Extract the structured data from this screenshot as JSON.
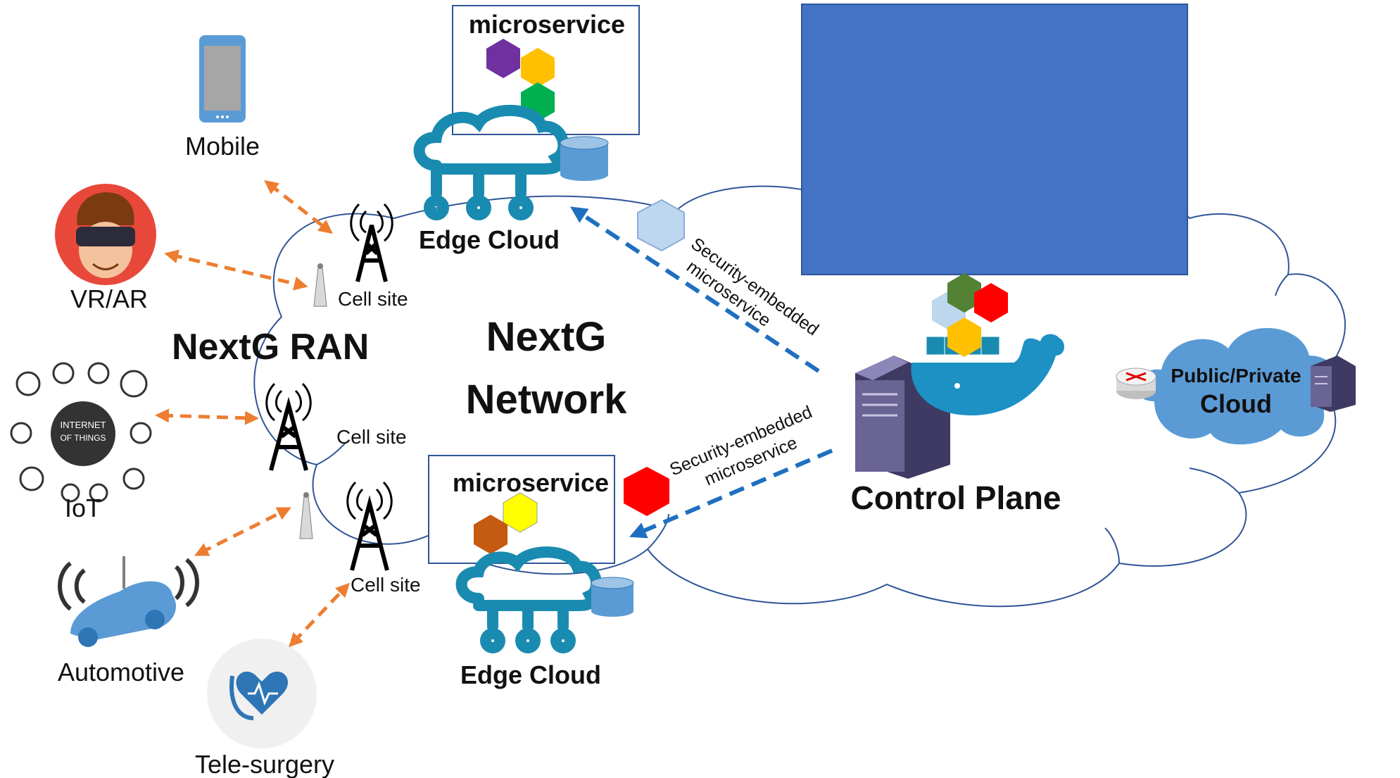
{
  "diagram": {
    "center": {
      "line1": "NextG",
      "line2": "Network"
    },
    "ran_label": "NextG RAN",
    "devices": {
      "mobile": "Mobile",
      "vr": "VR/AR",
      "iot": "IoT",
      "iot_badge_1": "INTERNET",
      "iot_badge_2": "OF THINGS",
      "automotive": "Automotive",
      "telesurgery": "Tele-surgery"
    },
    "cell_sites": {
      "a": "Cell site",
      "b": "Cell site",
      "c": "Cell site"
    },
    "edge_top": {
      "microservice": "microservice",
      "label": "Edge Cloud"
    },
    "edge_bottom": {
      "microservice": "microservice",
      "label": "Edge Cloud"
    },
    "control_plane": "Control Plane",
    "public_cloud": {
      "line1": "Public/Private",
      "line2": "Cloud"
    },
    "flows": {
      "top": {
        "line1": "Security-embedded",
        "line2": "microservice"
      },
      "bottom": {
        "line1": "Security-embedded",
        "line2": "microservice"
      }
    },
    "colors": {
      "orange_arrow": "#ED7D31",
      "blue_arrow": "#1F6FC0",
      "cloud_teal": "#1A8BB0",
      "hex_purple": "#7030A0",
      "hex_yellow": "#FFC000",
      "hex_green": "#00B050",
      "hex_red": "#FF0000",
      "hex_orange": "#C55A11",
      "hex_lightyellow": "#FFFF00",
      "hex_lightblue": "#BDD7EE",
      "hex_darkgreen": "#548235",
      "blue_box": "#4472C4"
    }
  }
}
